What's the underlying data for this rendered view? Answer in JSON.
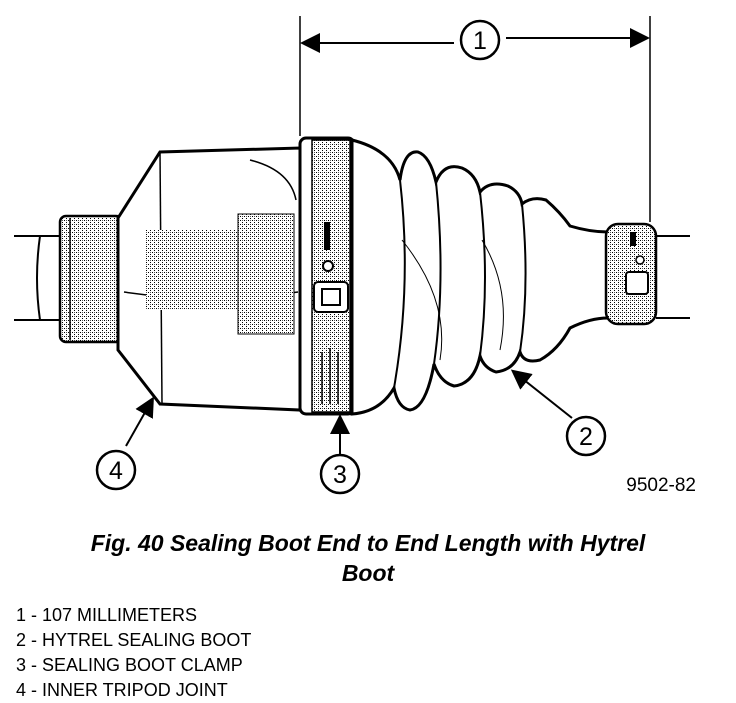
{
  "figure": {
    "callouts": [
      "1",
      "2",
      "3",
      "4"
    ],
    "figure_code": "9502-82"
  },
  "caption": {
    "line1": "Fig. 40 Sealing Boot End to End Length with Hytrel",
    "line2": "Boot"
  },
  "legend": [
    "1 - 107 MILLIMETERS",
    "2 - HYTREL SEALING BOOT",
    "3 - SEALING BOOT CLAMP",
    "4 - INNER TRIPOD JOINT"
  ]
}
